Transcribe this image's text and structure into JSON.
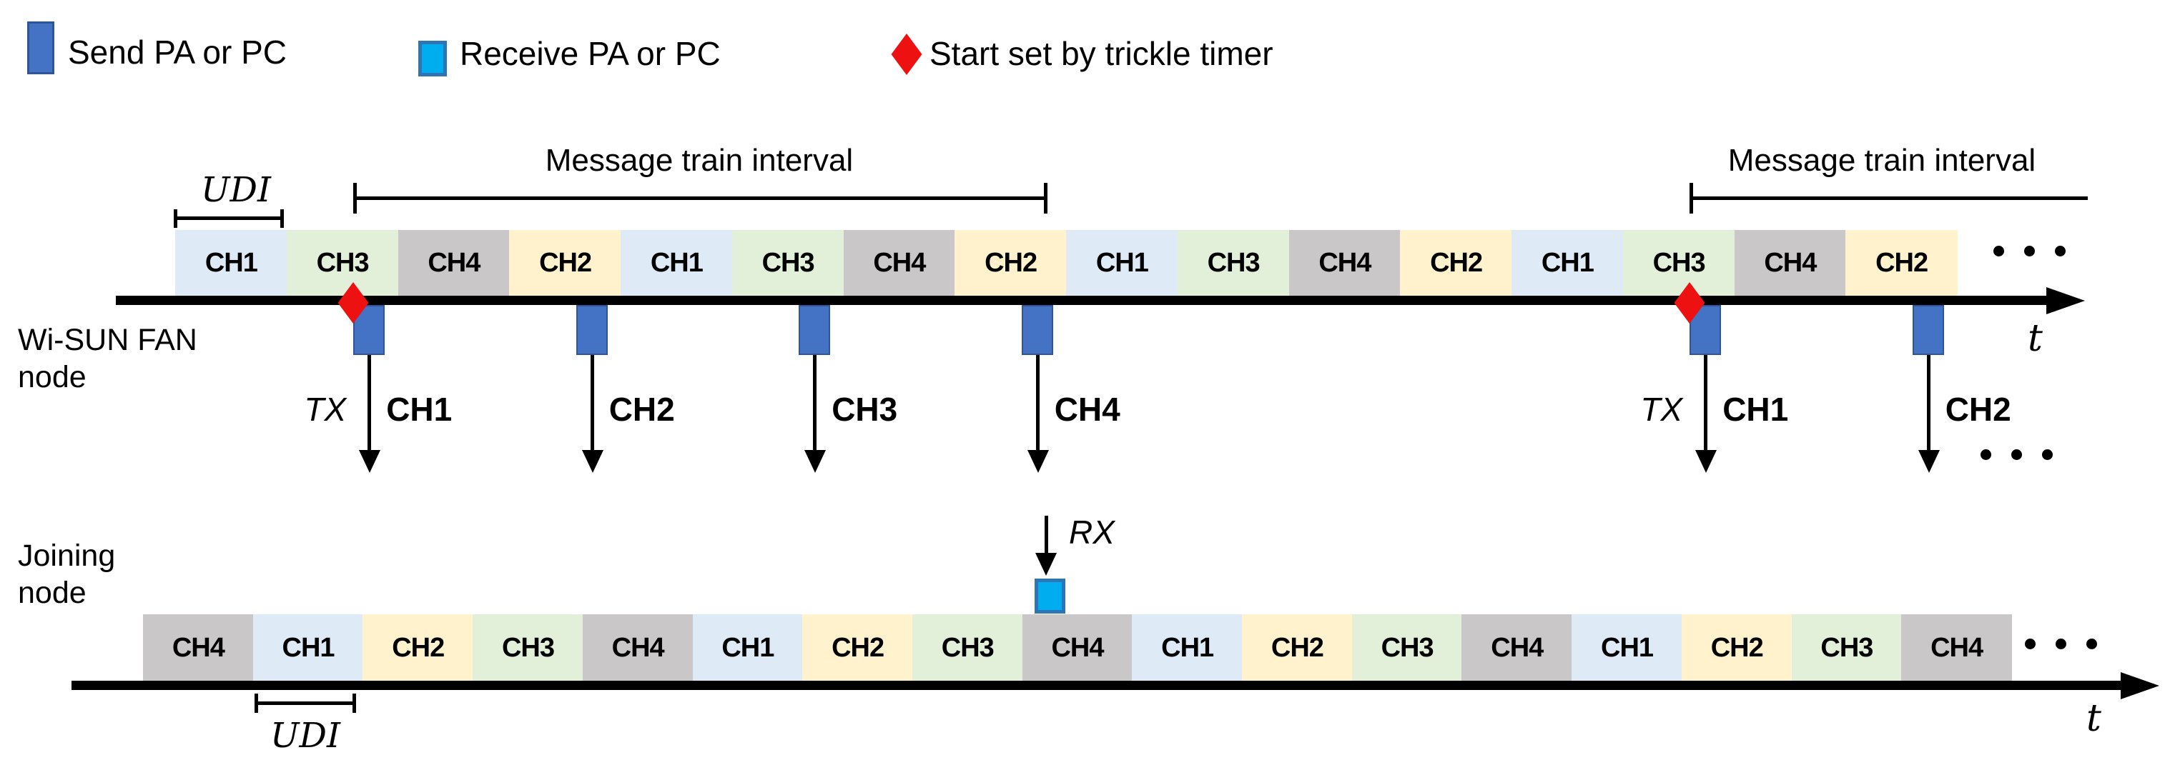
{
  "legend": {
    "send": {
      "label": "Send PA or PC",
      "swatch": "send-blue-rect"
    },
    "receive": {
      "label": "Receive PA or PC",
      "swatch": "receive-cyan-rect"
    },
    "trickle": {
      "label": "Start set by trickle timer",
      "swatch": "red-diamond"
    }
  },
  "colors": {
    "send_fill": "#4472C4",
    "send_border": "#2F5597",
    "receive_fill": "#00AEEF",
    "receive_border": "#2E75B6",
    "diamond_red": "#EE1111",
    "axis_black": "#000000",
    "cell_fill": {
      "CH1": "#DEEAF6",
      "CH2": "#FFF2CC",
      "CH3": "#E2EFD9",
      "CH4": "#C9C7C7"
    }
  },
  "top_timeline": {
    "node_label_line1": "Wi-SUN FAN",
    "node_label_line2": "node",
    "udi_label": "UDI",
    "interval_label_1": "Message train interval",
    "interval_label_2": "Message train interval",
    "axis_label": "t",
    "ellipsis_axis": "• • •",
    "ellipsis_tx": "• • •",
    "channels": [
      "CH1",
      "CH3",
      "CH4",
      "CH2",
      "CH1",
      "CH3",
      "CH4",
      "CH2",
      "CH1",
      "CH3",
      "CH4",
      "CH2",
      "CH1",
      "CH3",
      "CH4",
      "CH2"
    ],
    "tx_events": [
      {
        "cell": 2,
        "channel": "CH1",
        "tx_label": "TX",
        "diamond": true
      },
      {
        "cell": 4,
        "channel": "CH2"
      },
      {
        "cell": 6,
        "channel": "CH3"
      },
      {
        "cell": 8,
        "channel": "CH4"
      },
      {
        "cell": 14,
        "channel": "CH1",
        "tx_label": "TX",
        "diamond": true
      },
      {
        "cell": 16,
        "channel": "CH2",
        "ellipsis_after": true
      }
    ]
  },
  "bottom_timeline": {
    "node_label_line1": "Joining",
    "node_label_line2": "node",
    "udi_label": "UDI",
    "axis_label": "t",
    "ellipsis_axis": "• • •",
    "channels": [
      "CH4",
      "CH1",
      "CH2",
      "CH3",
      "CH4",
      "CH1",
      "CH2",
      "CH3",
      "CH4",
      "CH1",
      "CH2",
      "CH3",
      "CH4",
      "CH1",
      "CH2",
      "CH3",
      "CH4"
    ],
    "rx_event": {
      "cell": 9,
      "label": "RX"
    }
  }
}
